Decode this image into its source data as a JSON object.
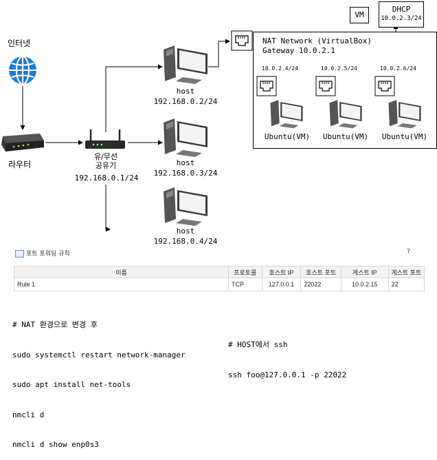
{
  "internet": {
    "label": "인터넷"
  },
  "router": {
    "label": "라우터"
  },
  "ap": {
    "line1": "유/무선",
    "line2": "공유기",
    "ip": "192.168.0.1/24"
  },
  "hosts": [
    {
      "name": "host",
      "ip": "192.168.0.2/24"
    },
    {
      "name": "host",
      "ip": "192.168.0.3/24"
    },
    {
      "name": "host",
      "ip": "192.168.0.4/24"
    }
  ],
  "vm_tag": "VM",
  "dhcp": {
    "title": "DHCP",
    "ip": "10.0.2.3/24"
  },
  "nat": {
    "title": "NAT Network (VirtualBox)",
    "gateway": "Gateway 10.0.2.1",
    "vms": [
      {
        "ip": "10.0.2.4/24",
        "label": "Ubuntu(VM)"
      },
      {
        "ip": "10.0.2.5/24",
        "label": "Ubuntu(VM)"
      },
      {
        "ip": "10.0.2.6/24",
        "label": "Ubuntu(VM)"
      }
    ]
  },
  "port_forward": {
    "title": "포트 포워딩 규칙",
    "help": "?",
    "columns": [
      "이름",
      "프로토콜",
      "호스트 IP",
      "호스트 포트",
      "게스트 IP",
      "게스트 포트"
    ],
    "rows": [
      [
        "Rule 1",
        "TCP",
        "127.0.0.1",
        "22022",
        "10.0.2.15",
        "22"
      ]
    ]
  },
  "code_left": [
    "# NAT 환경으로 변경 후",
    "sudo systemctl restart network-manager",
    "sudo apt install net-tools",
    "nmcli d",
    "nmcli d show enp0s3"
  ],
  "code_right": [
    "# HOST에서 ssh",
    "ssh foo@127.0.0.1 -p 22022"
  ]
}
